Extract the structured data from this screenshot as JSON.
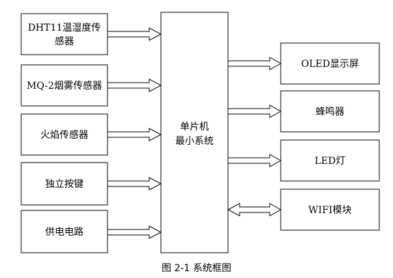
{
  "inputs": [
    {
      "lines": [
        "DHT11温湿度传",
        "感器"
      ]
    },
    {
      "lines": [
        "MQ-2烟雾传感器"
      ]
    },
    {
      "lines": [
        "火焰传感器"
      ]
    },
    {
      "lines": [
        "独立按键"
      ]
    },
    {
      "lines": [
        "供电电路"
      ]
    }
  ],
  "mcu": {
    "lines": [
      "单片机",
      "最小系统"
    ]
  },
  "outputs": [
    {
      "lines": [
        "OLED显示屏"
      ]
    },
    {
      "lines": [
        "蜂鸣器"
      ]
    },
    {
      "lines": [
        "LED灯"
      ]
    },
    {
      "lines": [
        "WIFI模块"
      ]
    }
  ],
  "caption": "图 2-1 系统框图"
}
